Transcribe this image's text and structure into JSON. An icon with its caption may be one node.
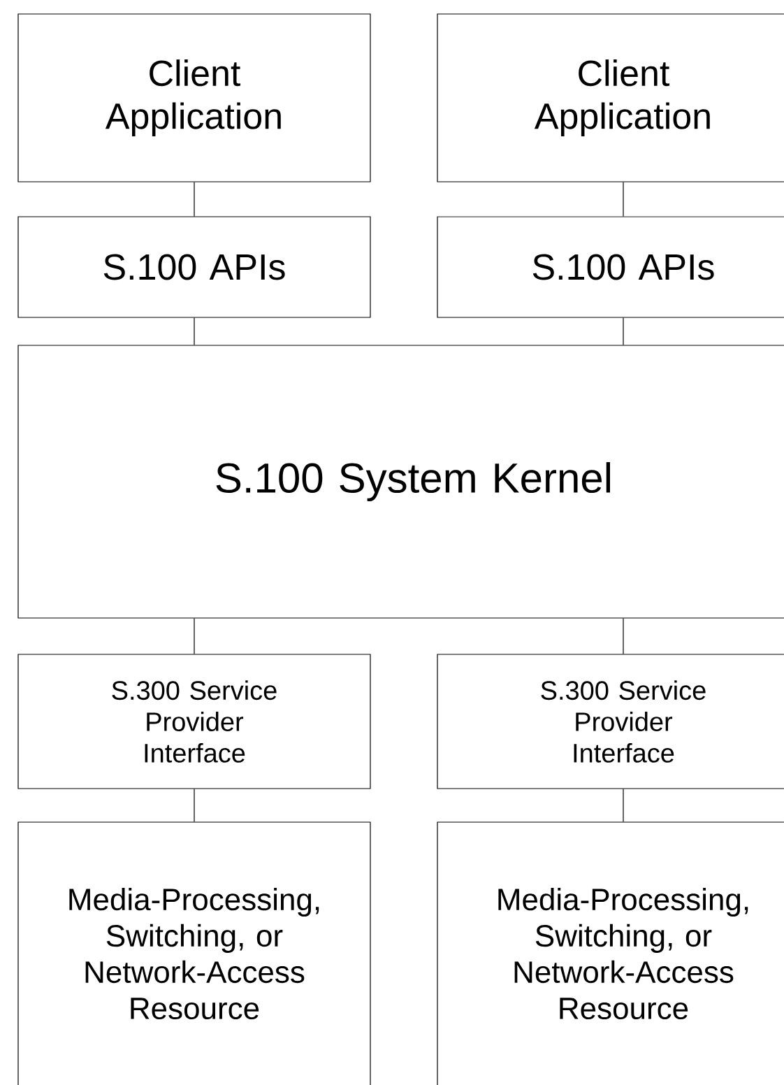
{
  "diagram": {
    "nodes": [
      {
        "text": [
          "Client Application"
        ]
      },
      {
        "text": [
          "Client Application"
        ]
      },
      {
        "text": [
          "S.100 APIs"
        ]
      },
      {
        "text": [
          "S.100 APIs"
        ]
      },
      {
        "text": [
          "S.100 System Kernel"
        ]
      },
      {
        "text": [
          "S.300 Service Provider Interface"
        ]
      },
      {
        "text": [
          "S.300 Service Provider Interface"
        ]
      },
      {
        "text": [
          "Media-Processing, Switching, or Network-Access Resource"
        ]
      },
      {
        "text": [
          "Media-Processing, Switching, or Network-Access Resource"
        ]
      }
    ],
    "edges": [
      {
        "from": 0,
        "to": 2,
        "arrow": "none"
      },
      {
        "from": 1,
        "to": 3,
        "arrow": "none"
      },
      {
        "from": 2,
        "to": 4,
        "arrow": "none"
      },
      {
        "from": 3,
        "to": 4,
        "arrow": "none"
      },
      {
        "from": 4,
        "to": 5,
        "arrow": "none"
      },
      {
        "from": 4,
        "to": 6,
        "arrow": "none"
      },
      {
        "from": 5,
        "to": 7,
        "arrow": "none"
      },
      {
        "from": 6,
        "to": 8,
        "arrow": "none"
      }
    ]
  }
}
